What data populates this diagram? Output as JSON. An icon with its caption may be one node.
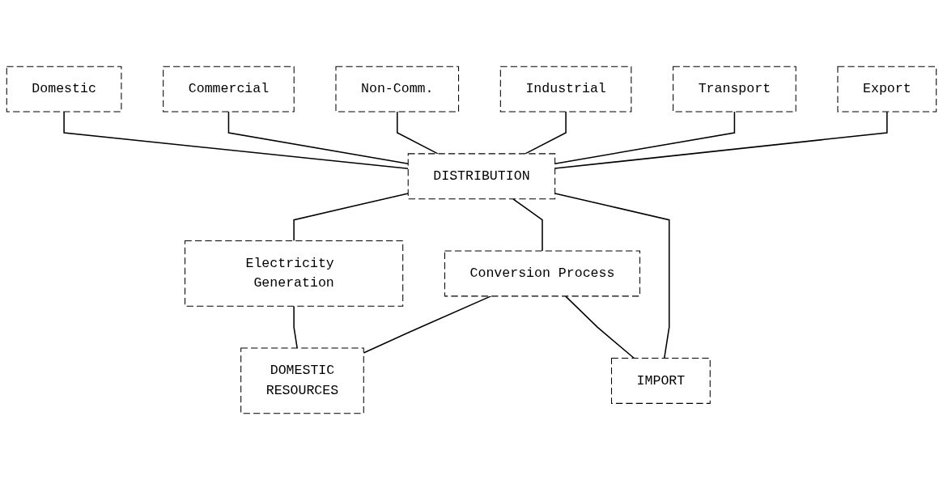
{
  "diagram": {
    "nodes": [
      {
        "text": [
          "Domestic"
        ]
      },
      {
        "text": [
          "Commercial"
        ]
      },
      {
        "text": [
          "Non-Comm."
        ]
      },
      {
        "text": [
          "Industrial"
        ]
      },
      {
        "text": [
          "Transport"
        ]
      },
      {
        "text": [
          "Export"
        ]
      },
      {
        "text": [
          "DISTRIBUTION"
        ]
      },
      {
        "text": [
          "Electricity Generation"
        ]
      },
      {
        "text": [
          "Conversion Process"
        ]
      },
      {
        "text": [
          "DOMESTIC",
          "RESOURCES"
        ]
      },
      {
        "text": [
          "IMPORT"
        ]
      }
    ],
    "edges": [
      {
        "from": 6,
        "to": 0,
        "arrow": "none"
      },
      {
        "from": 6,
        "to": 1,
        "arrow": "none"
      },
      {
        "from": 6,
        "to": 2,
        "arrow": "none"
      },
      {
        "from": 6,
        "to": 3,
        "arrow": "none"
      },
      {
        "from": 6,
        "to": 4,
        "arrow": "none"
      },
      {
        "from": 6,
        "to": 5,
        "arrow": "none"
      },
      {
        "from": 7,
        "to": 6,
        "arrow": "none"
      },
      {
        "from": 8,
        "to": 6,
        "arrow": "none"
      },
      {
        "from": 10,
        "to": 6,
        "arrow": "none"
      },
      {
        "from": 9,
        "to": 7,
        "arrow": "none"
      },
      {
        "from": 9,
        "to": 8,
        "arrow": "none"
      },
      {
        "from": 10,
        "to": 8,
        "arrow": "none"
      }
    ]
  }
}
